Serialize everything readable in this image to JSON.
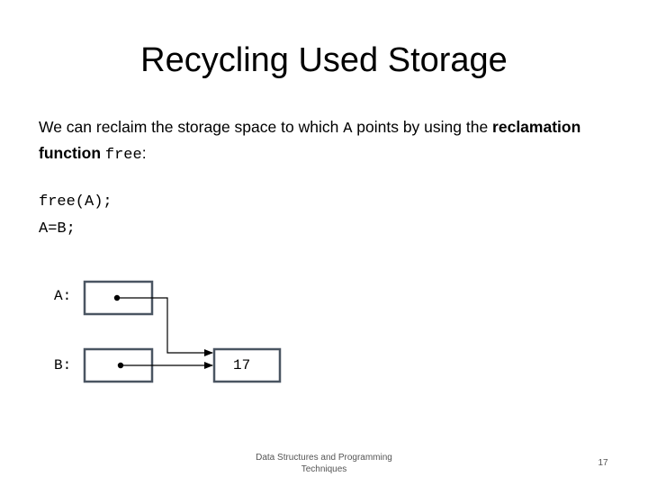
{
  "slide": {
    "title": "Recycling Used Storage",
    "intro": {
      "part1": "We can reclaim the storage space to which ",
      "var_a": "A",
      "part2": " points by using the ",
      "bold1": "reclamation function",
      "part3": " ",
      "func": "free",
      "part4": ":"
    },
    "code": [
      "free(A);",
      "A=B;"
    ],
    "diagram": {
      "label_a": "A:",
      "label_b": "B:",
      "target_value": "17"
    },
    "footer": {
      "line1": "Data Structures and Programming",
      "line2": "Techniques"
    },
    "page_number": "17"
  }
}
